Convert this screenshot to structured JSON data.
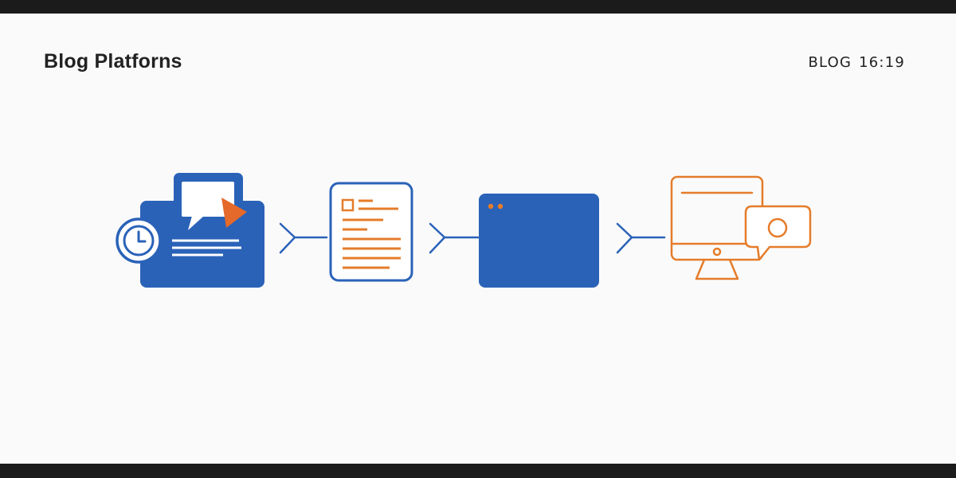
{
  "header": {
    "title": "Blog Platforns",
    "status_label": "BLOG",
    "time": "16:19"
  },
  "colors": {
    "blue": "#2a62b8",
    "orange": "#e57c2a",
    "ink": "#222222",
    "background": "#fafafa"
  },
  "flow": {
    "steps": [
      {
        "icon": "compose-post-icon"
      },
      {
        "icon": "draft-document-icon"
      },
      {
        "icon": "browser-window-icon"
      },
      {
        "icon": "published-display-icon"
      }
    ],
    "connectors": [
      "arrow-connector-icon",
      "arrow-connector-icon",
      "arrow-connector-icon"
    ]
  }
}
